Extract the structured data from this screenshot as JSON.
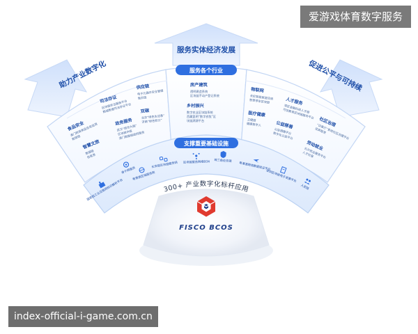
{
  "watermarks": {
    "top_right": "爱游戏体育数字服务",
    "bottom_left": "index-official-i-game.com.cn"
  },
  "colors": {
    "primary_blue": "#2f6fe0",
    "dark_blue": "#1f4fa8",
    "light_blue": "#dbe8fb",
    "logo_red": "#e03a2f"
  },
  "arrows": {
    "left": "助力产业数字化",
    "center": "服务实体经济发展",
    "right": "促进公平与可持续"
  },
  "sectors": {
    "industry_title": "服务各个行业",
    "infra_title": "支撑重要基础设施",
    "count_label": "300+ 产业数字化标杆应用"
  },
  "industry": {
    "food": {
      "title": "食品安全",
      "lines": [
        "澳门跨境食品信息追溯",
        "数链链"
      ]
    },
    "wisdom": {
      "title": "智慧文旅",
      "lines": [
        "数据链",
        "信易游"
      ]
    },
    "judicial": {
      "title": "司法存证",
      "lines": [
        "区块链存证服务平台",
        "鹤城数据司法存证平台"
      ]
    },
    "gov": {
      "title": "政务服务",
      "lines": [
        "武汉“城市大脑”",
        "区块链中枢",
        "澳门数据链政府服务"
      ]
    },
    "supply": {
      "title": "供应链",
      "lines": [
        "电子元器件安全管理",
        "售后链"
      ]
    },
    "carbon": {
      "title": "双碳",
      "lines": [
        "北京“绿色生活季”",
        "济南“绿色积分”"
      ]
    },
    "estate": {
      "title": "房产建筑",
      "lines": [
        "透明建造系统",
        "区块链不动产登记系统"
      ]
    },
    "rural": {
      "title": "乡村振兴",
      "lines": [
        "数字农业区块链系统",
        "西藏昆明“数字农牧”区",
        "块链溯源平台"
      ]
    },
    "iot": {
      "title": "物联网",
      "lines": [
        "长虹智能家居应用",
        "智慧停车区块链"
      ]
    },
    "medical": {
      "title": "医疗健康",
      "lines": [
        "卫健链",
        "健康数字人"
      ]
    },
    "talent": {
      "title": "人才服务",
      "lines": [
        "湾区金融科技人才链",
        "可信教育区块链服务平台"
      ]
    },
    "charity": {
      "title": "公益慈善",
      "lines": [
        "公益捐赠平台",
        "数字化公益平台"
      ]
    },
    "social": {
      "title": "社区治理",
      "lines": [
        "“议事厅”系统社区治理平台",
        "住房租赁"
      ]
    },
    "hr": {
      "title": "劳动就业",
      "lines": [
        "长沙就业服务平台",
        "人才社保"
      ]
    }
  },
  "infra": [
    {
      "label": "国家级工业互联网标识解析平台",
      "icon": "factory-icon"
    },
    {
      "label": "骨干网服务",
      "icon": "network-icon"
    },
    {
      "label": "粤港澳区域服务网",
      "icon": "globe-icon"
    },
    {
      "label": "长安链区块链服务网",
      "icon": "chain-icon"
    },
    {
      "label": "区块链服务网络BSN",
      "icon": "hub-icon"
    },
    {
      "label": "珠三角征信链",
      "icon": "shield-icon"
    },
    {
      "label": "粤港澳跨境数据验证平台",
      "icon": "plane-icon"
    },
    {
      "label": "深圳区块链电子发票平台",
      "icon": "invoice-icon"
    },
    {
      "label": "人民链",
      "icon": "people-icon"
    }
  ],
  "logo": {
    "text": "FISCO BCOS",
    "icon": "fisco-cube-icon"
  }
}
